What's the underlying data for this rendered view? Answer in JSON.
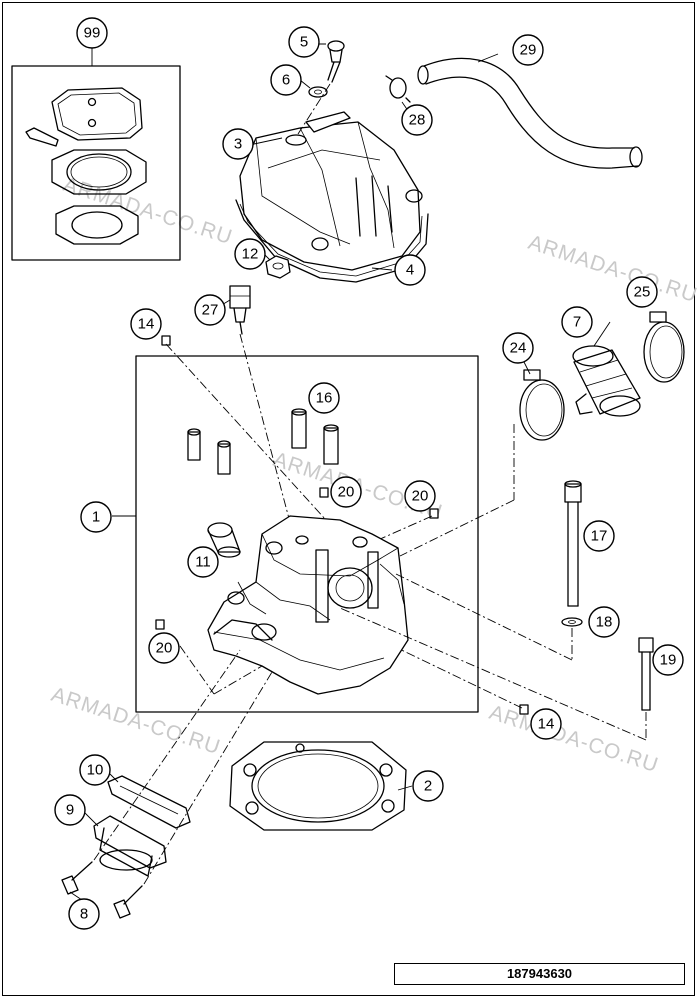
{
  "watermark": "ARMADA-CO.RU",
  "document_number": "187943630",
  "callouts": {
    "c1": "1",
    "c2": "2",
    "c3": "3",
    "c4": "4",
    "c5": "5",
    "c6": "6",
    "c7": "7",
    "c8": "8",
    "c9": "9",
    "c10": "10",
    "c11": "11",
    "c12": "12",
    "c14a": "14",
    "c14b": "14",
    "c16": "16",
    "c17": "17",
    "c18": "18",
    "c19": "19",
    "c20a": "20",
    "c20b": "20",
    "c20c": "20",
    "c24": "24",
    "c25": "25",
    "c27": "27",
    "c28": "28",
    "c29": "29",
    "c99": "99"
  },
  "colors": {
    "line": "#000000",
    "watermark": "#c9c9c9",
    "background": "#ffffff"
  }
}
